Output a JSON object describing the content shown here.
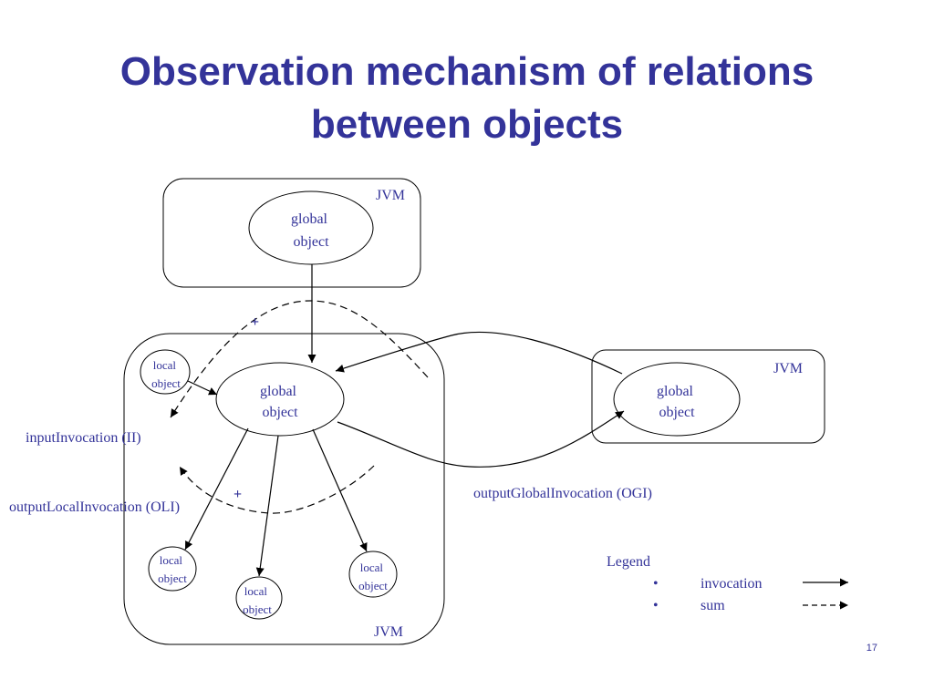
{
  "slide": {
    "title_line1": "Observation mechanism of relations",
    "title_line2": "between objects",
    "page_number": "17"
  },
  "diagram": {
    "jvm_top": "JVM",
    "jvm_main": "JVM",
    "jvm_right": "JVM",
    "global_top": [
      "global",
      "object"
    ],
    "global_center": [
      "global",
      "object"
    ],
    "global_right": [
      "global",
      "object"
    ],
    "local_input": [
      "local",
      "object"
    ],
    "local_bottom_left": [
      "local",
      "object"
    ],
    "local_bottom_mid": [
      "local",
      "object"
    ],
    "local_bottom_right": [
      "local",
      "object"
    ],
    "plus_top": "+",
    "plus_bottom": "+",
    "label_ii": "inputInvocation (II)",
    "label_oli": "outputLocalInvocation (OLI)",
    "label_ogi": "outputGlobalInvocation (OGI)"
  },
  "legend": {
    "title": "Legend",
    "bullet": "•",
    "items": [
      "invocation",
      "sum"
    ]
  },
  "colors": {
    "text": "#333399",
    "line": "#000000"
  }
}
